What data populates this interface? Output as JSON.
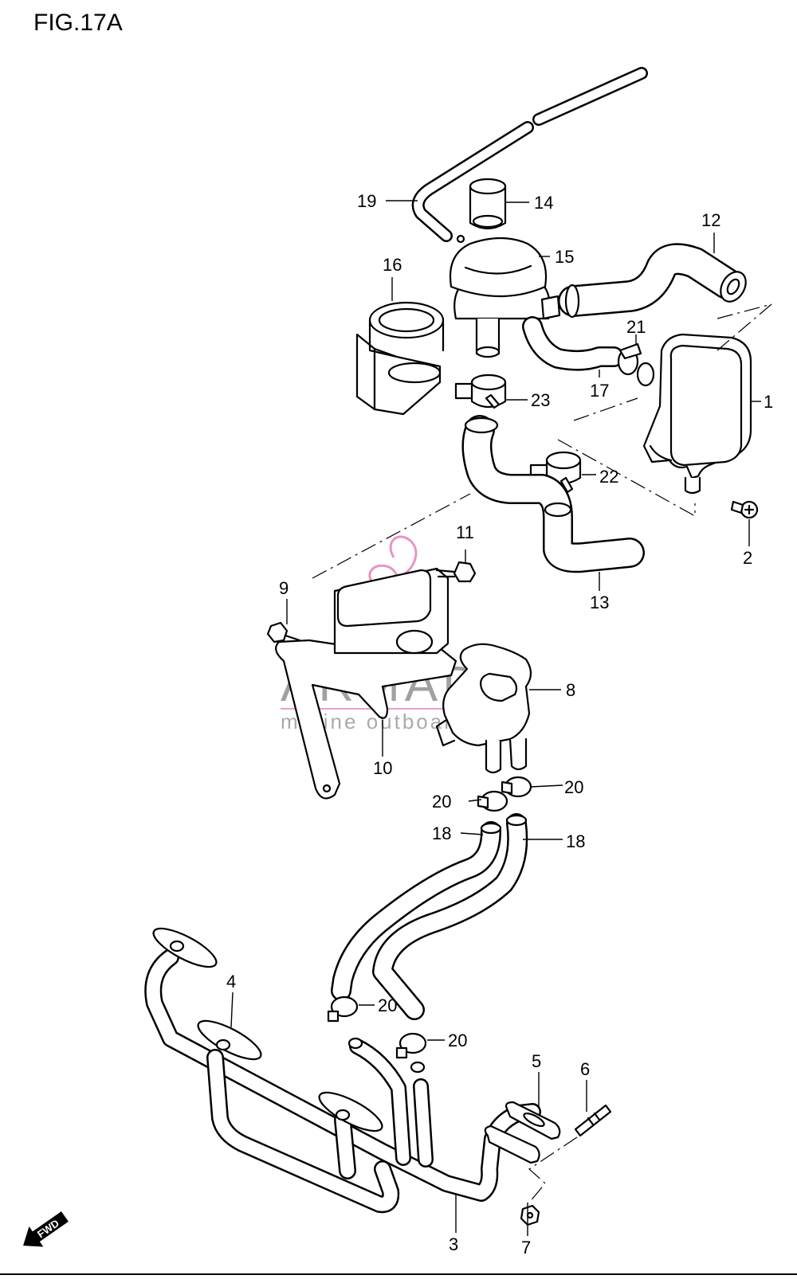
{
  "figure": {
    "title": "FIG.17A"
  },
  "watermark": {
    "brand": "ARMADA",
    "tagline": "marine outboards",
    "logo_color": "#e07ab8"
  },
  "fwd_badge": {
    "label": "FWD"
  },
  "callouts": {
    "c1": "1",
    "c2": "2",
    "c3": "3",
    "c4": "4",
    "c5": "5",
    "c6": "6",
    "c7": "7",
    "c8": "8",
    "c9": "9",
    "c10": "10",
    "c11": "11",
    "c12": "12",
    "c13": "13",
    "c14": "14",
    "c15": "15",
    "c16": "16",
    "c17": "17",
    "c18a": "18",
    "c18b": "18",
    "c19": "19",
    "c20a": "20",
    "c20b": "20",
    "c20c": "20",
    "c20d": "20",
    "c21": "21",
    "c22": "22",
    "c23": "23"
  }
}
